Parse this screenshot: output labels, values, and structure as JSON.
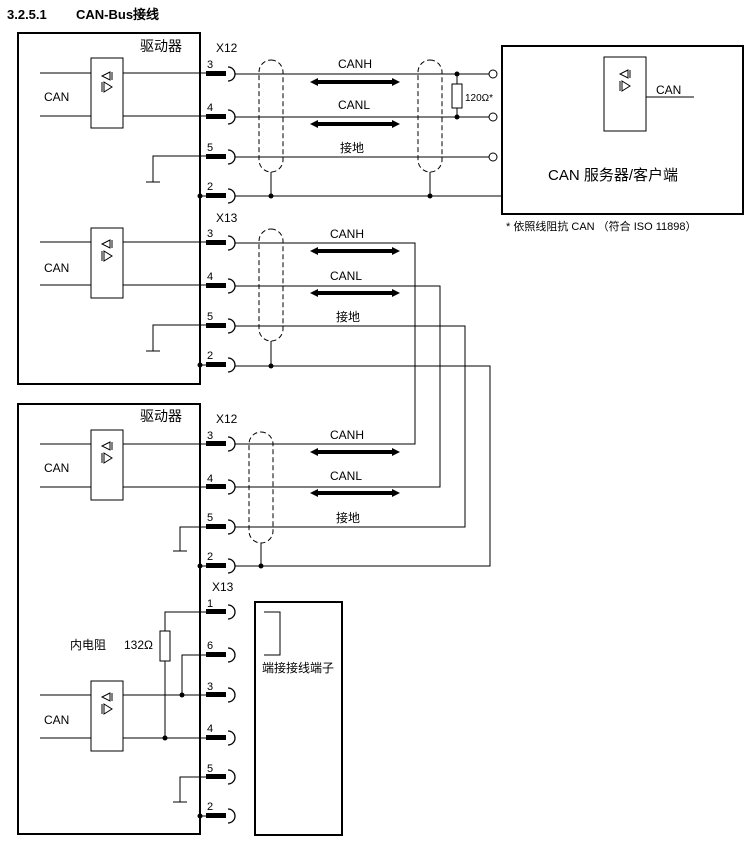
{
  "heading": {
    "number": "3.2.5.1",
    "text": "CAN-Bus接线"
  },
  "drives": [
    {
      "label": "驱动器",
      "can_label": "CAN",
      "connectors": [
        {
          "name": "X12",
          "pins": [
            "3",
            "4",
            "5",
            "2"
          ]
        },
        {
          "name": "X13",
          "pins": [
            "3",
            "4",
            "5",
            "2"
          ]
        }
      ]
    },
    {
      "label": "驱动器",
      "can_label": "CAN",
      "can_label_2": "CAN",
      "connectors": [
        {
          "name": "X12",
          "pins": [
            "3",
            "4",
            "5",
            "2"
          ]
        },
        {
          "name": "X13",
          "pins": [
            "1",
            "6",
            "3",
            "4",
            "5",
            "2"
          ]
        }
      ],
      "internal_resistor_label": "内电阻",
      "internal_resistor_value": "132Ω"
    }
  ],
  "signals": {
    "canh": "CANH",
    "canl": "CANL",
    "ground": "接地"
  },
  "server": {
    "label": "CAN 服务器/客户端",
    "can_port": "CAN",
    "resistor": "120Ω*"
  },
  "footnote": "* 依照线阻抗 CAN （符合 ISO 11898）",
  "terminal_block": {
    "label": "端接接线端子"
  }
}
